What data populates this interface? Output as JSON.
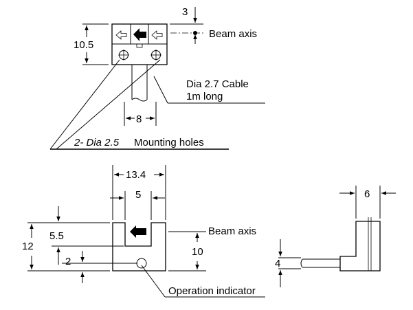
{
  "top_view": {
    "dim_top_offset": "3",
    "dim_height": "10.5",
    "dim_cable_spacing": "8",
    "beam_axis_label": "Beam axis",
    "cable_label_line1": "Dia  2.7 Cable",
    "cable_label_line2": "1m  long",
    "mounting_prefix": "2- Dia 2.5",
    "mounting_label": "Mounting holes"
  },
  "front_view": {
    "dim_width": "13.4",
    "dim_slot": "5",
    "dim_height": "12",
    "dim_slot_depth": "5.5",
    "dim_indicator_offset": "2",
    "dim_beam_height": "10",
    "beam_axis_label": "Beam axis",
    "operation_indicator_label": "Operation indicator"
  },
  "side_view": {
    "dim_thickness": "6",
    "dim_cable_height": "4"
  }
}
